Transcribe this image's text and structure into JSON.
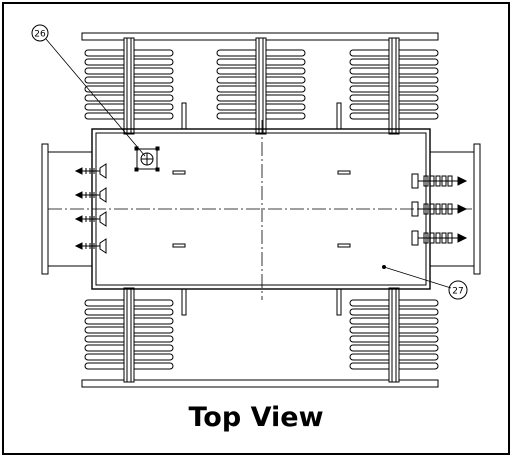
{
  "title": "Top View",
  "callouts": [
    {
      "label": "26",
      "target": "flange-valve"
    },
    {
      "label": "27",
      "target": "tank-body"
    }
  ],
  "colors": {
    "line": "#000000",
    "background": "#ffffff"
  }
}
